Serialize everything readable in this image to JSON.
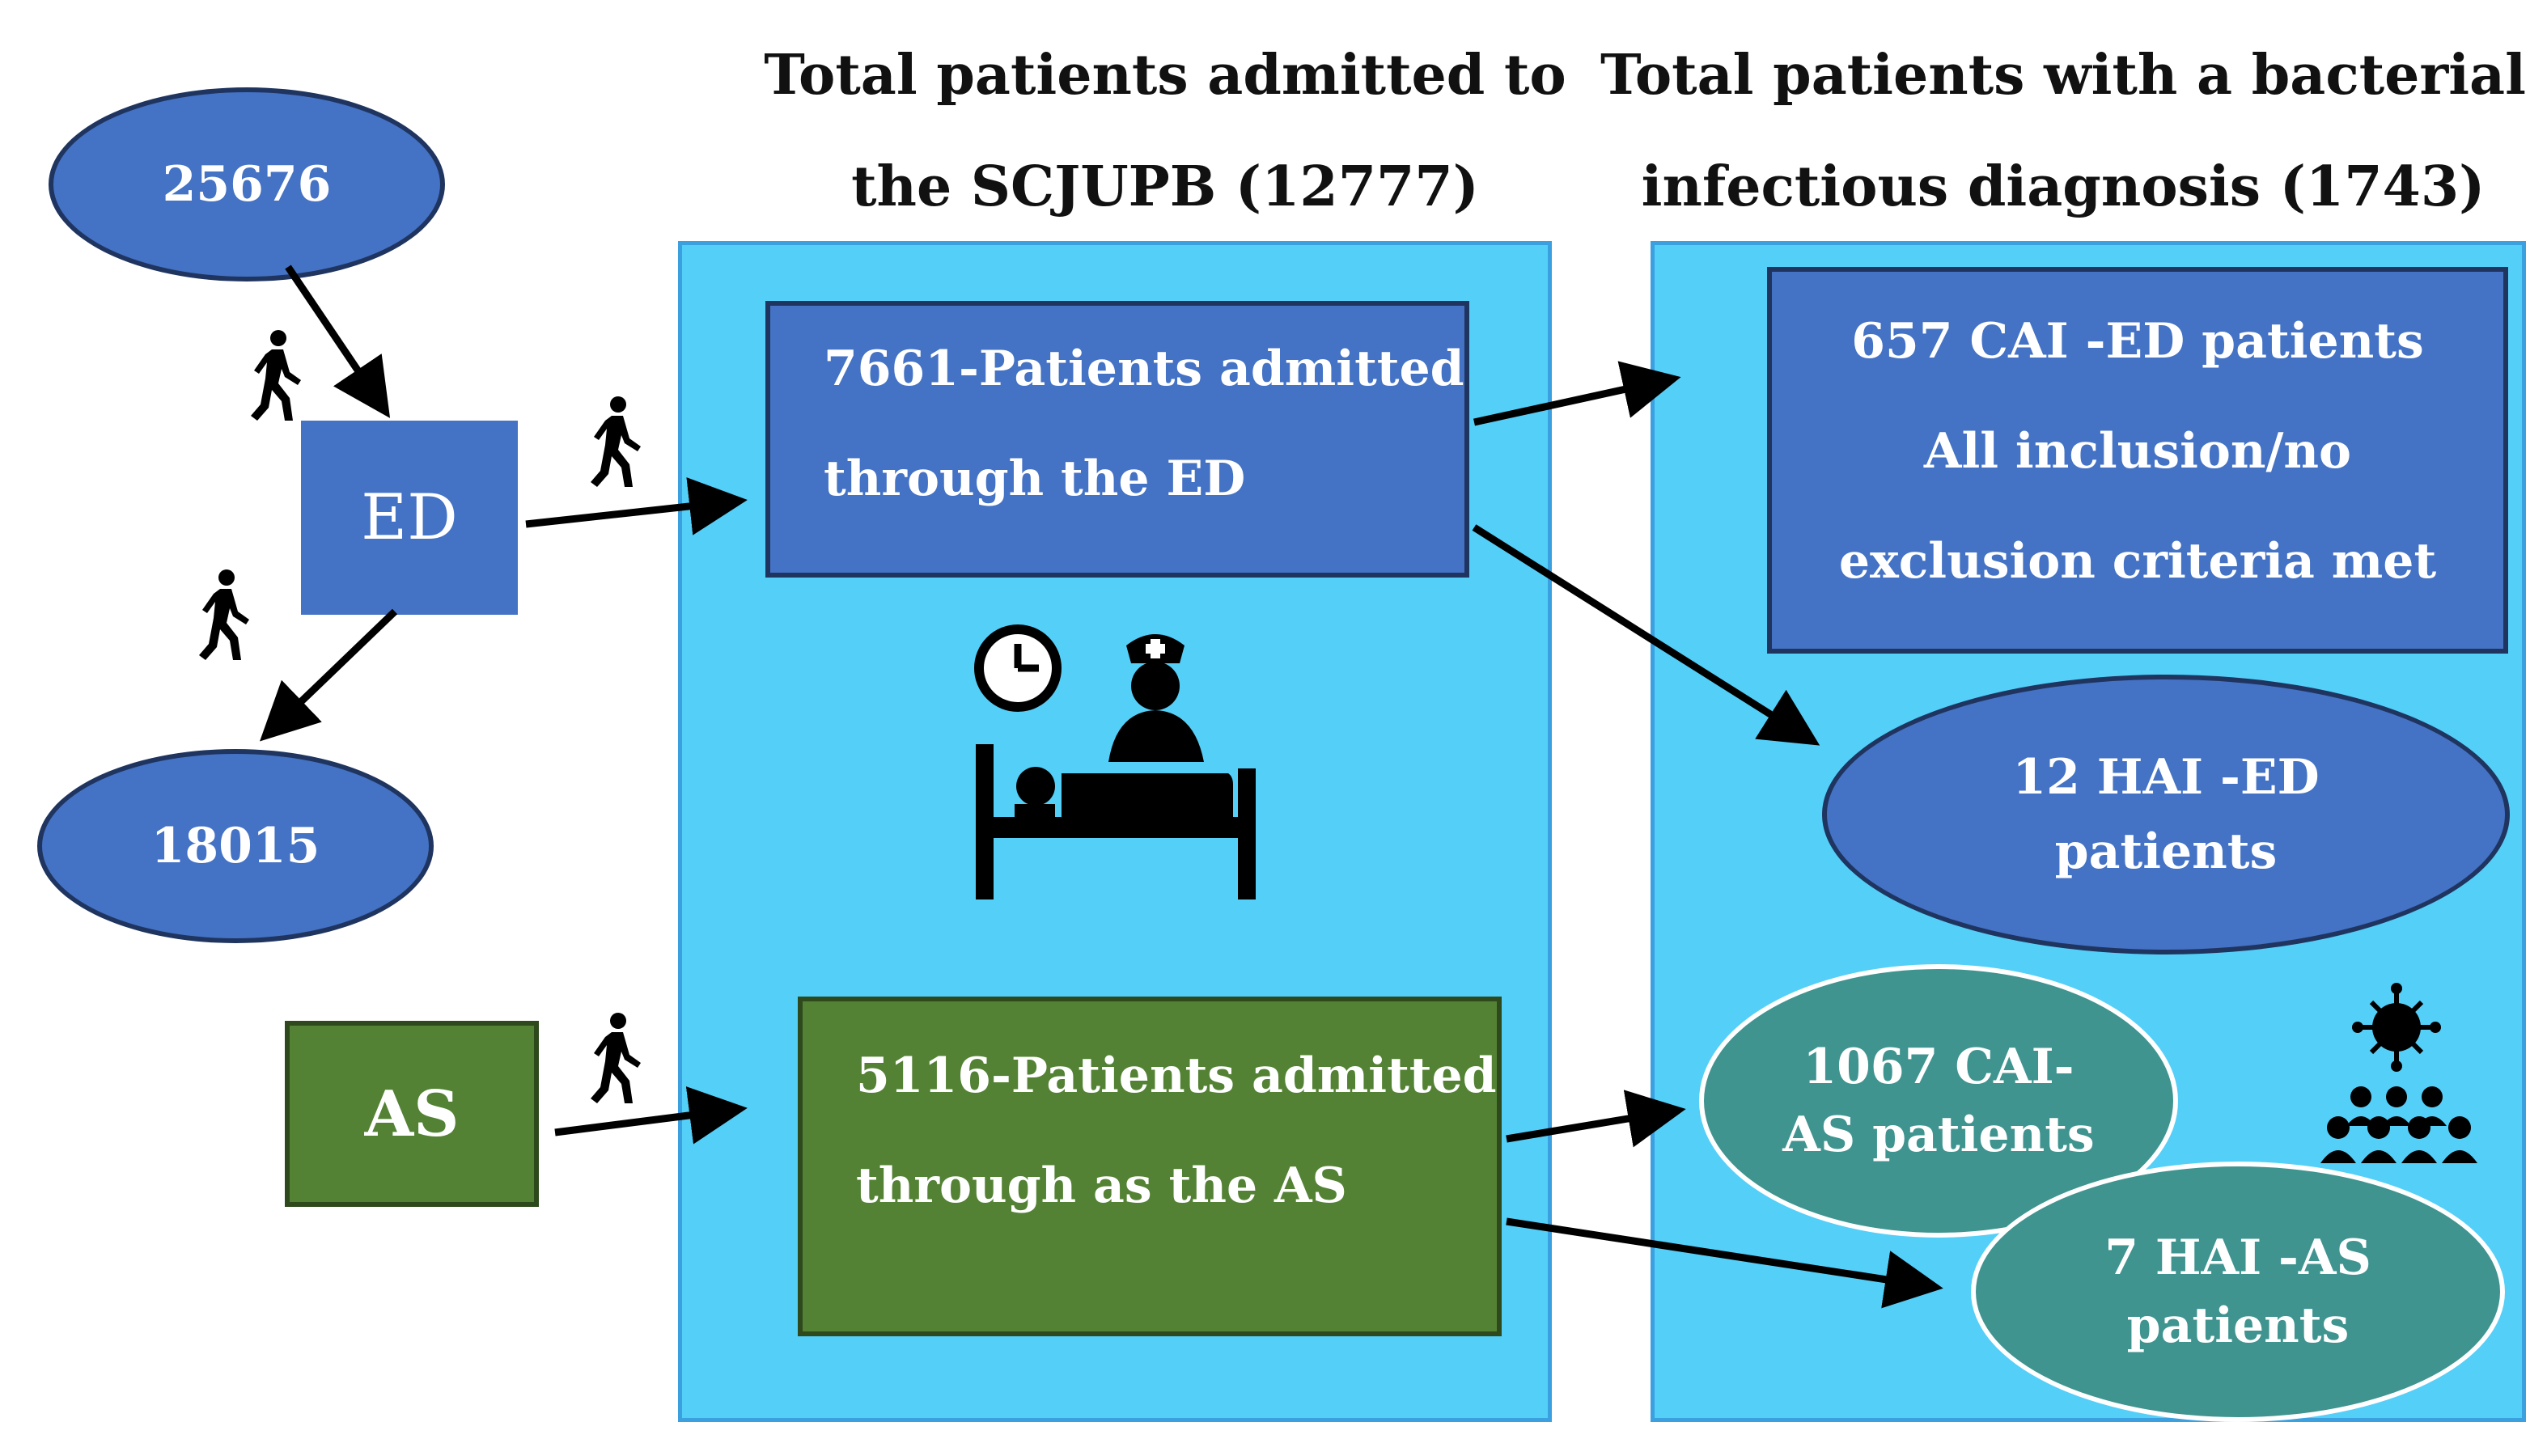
{
  "headings": {
    "middle": [
      "Total patients admitted to",
      "the SCJUPB (12777)"
    ],
    "right": [
      "Total patients with a bacterial",
      "infectious diagnosis (1743)"
    ]
  },
  "left": {
    "total": "25676",
    "ed": "ED",
    "discharged": "18015",
    "as": "AS"
  },
  "middle_boxes": {
    "ed_admitted": [
      "7661-Patients admitted",
      "through the ED"
    ],
    "as_admitted": [
      "5116-Patients admitted",
      "through as the AS"
    ]
  },
  "right_boxes": {
    "cai_ed": [
      "657 CAI -ED patients",
      "All inclusion/no",
      "exclusion criteria met"
    ],
    "hai_ed": [
      "12 HAI -ED",
      "patients"
    ],
    "cai_as": [
      "1067 CAI-",
      "AS patients"
    ],
    "hai_as": [
      "7 HAI -AS",
      "patients"
    ]
  },
  "icons": [
    "walking-person-icon",
    "hospital-bed-nurse-icon",
    "clock-icon",
    "virus-crowd-icon"
  ],
  "colors": {
    "panel": "#54cff8",
    "blue": "#4472c4",
    "green": "#548235",
    "teal": "#3f9490",
    "arrow": "#000000"
  }
}
